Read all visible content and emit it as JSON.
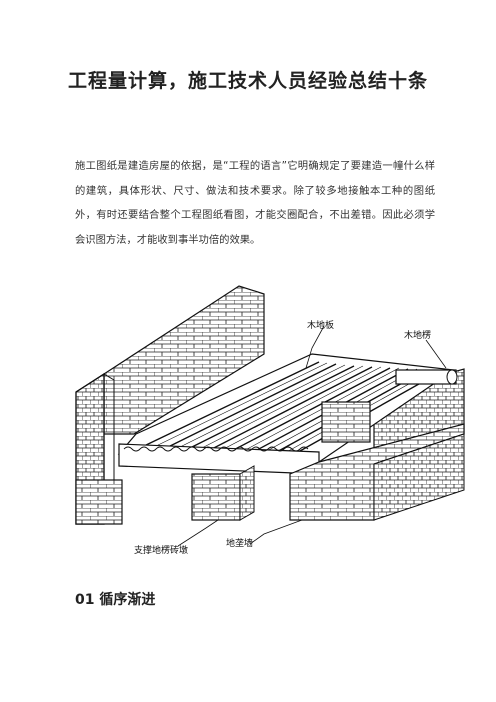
{
  "doc": {
    "title": "工程量计算，施工技术人员经验总结十条",
    "paragraph": "施工图纸是建造房屋的依据，是“工程的语言”它明确规定了要建造一幢什么样的建筑，具体形状、尺寸、做法和技术要求。除了较多地接触本工种的图纸外，有时还要结合整个工程图纸看图，才能交圈配合，不出差错。因此必须学会识图方法，才能收到事半功倍的效果。",
    "section_heading": "01 循序渐进"
  },
  "figure": {
    "labels": {
      "floorboard": "木地板",
      "joist": "木地楞",
      "pier": "支撑地楞砖墩",
      "ground_beam": "地垄墙"
    }
  }
}
